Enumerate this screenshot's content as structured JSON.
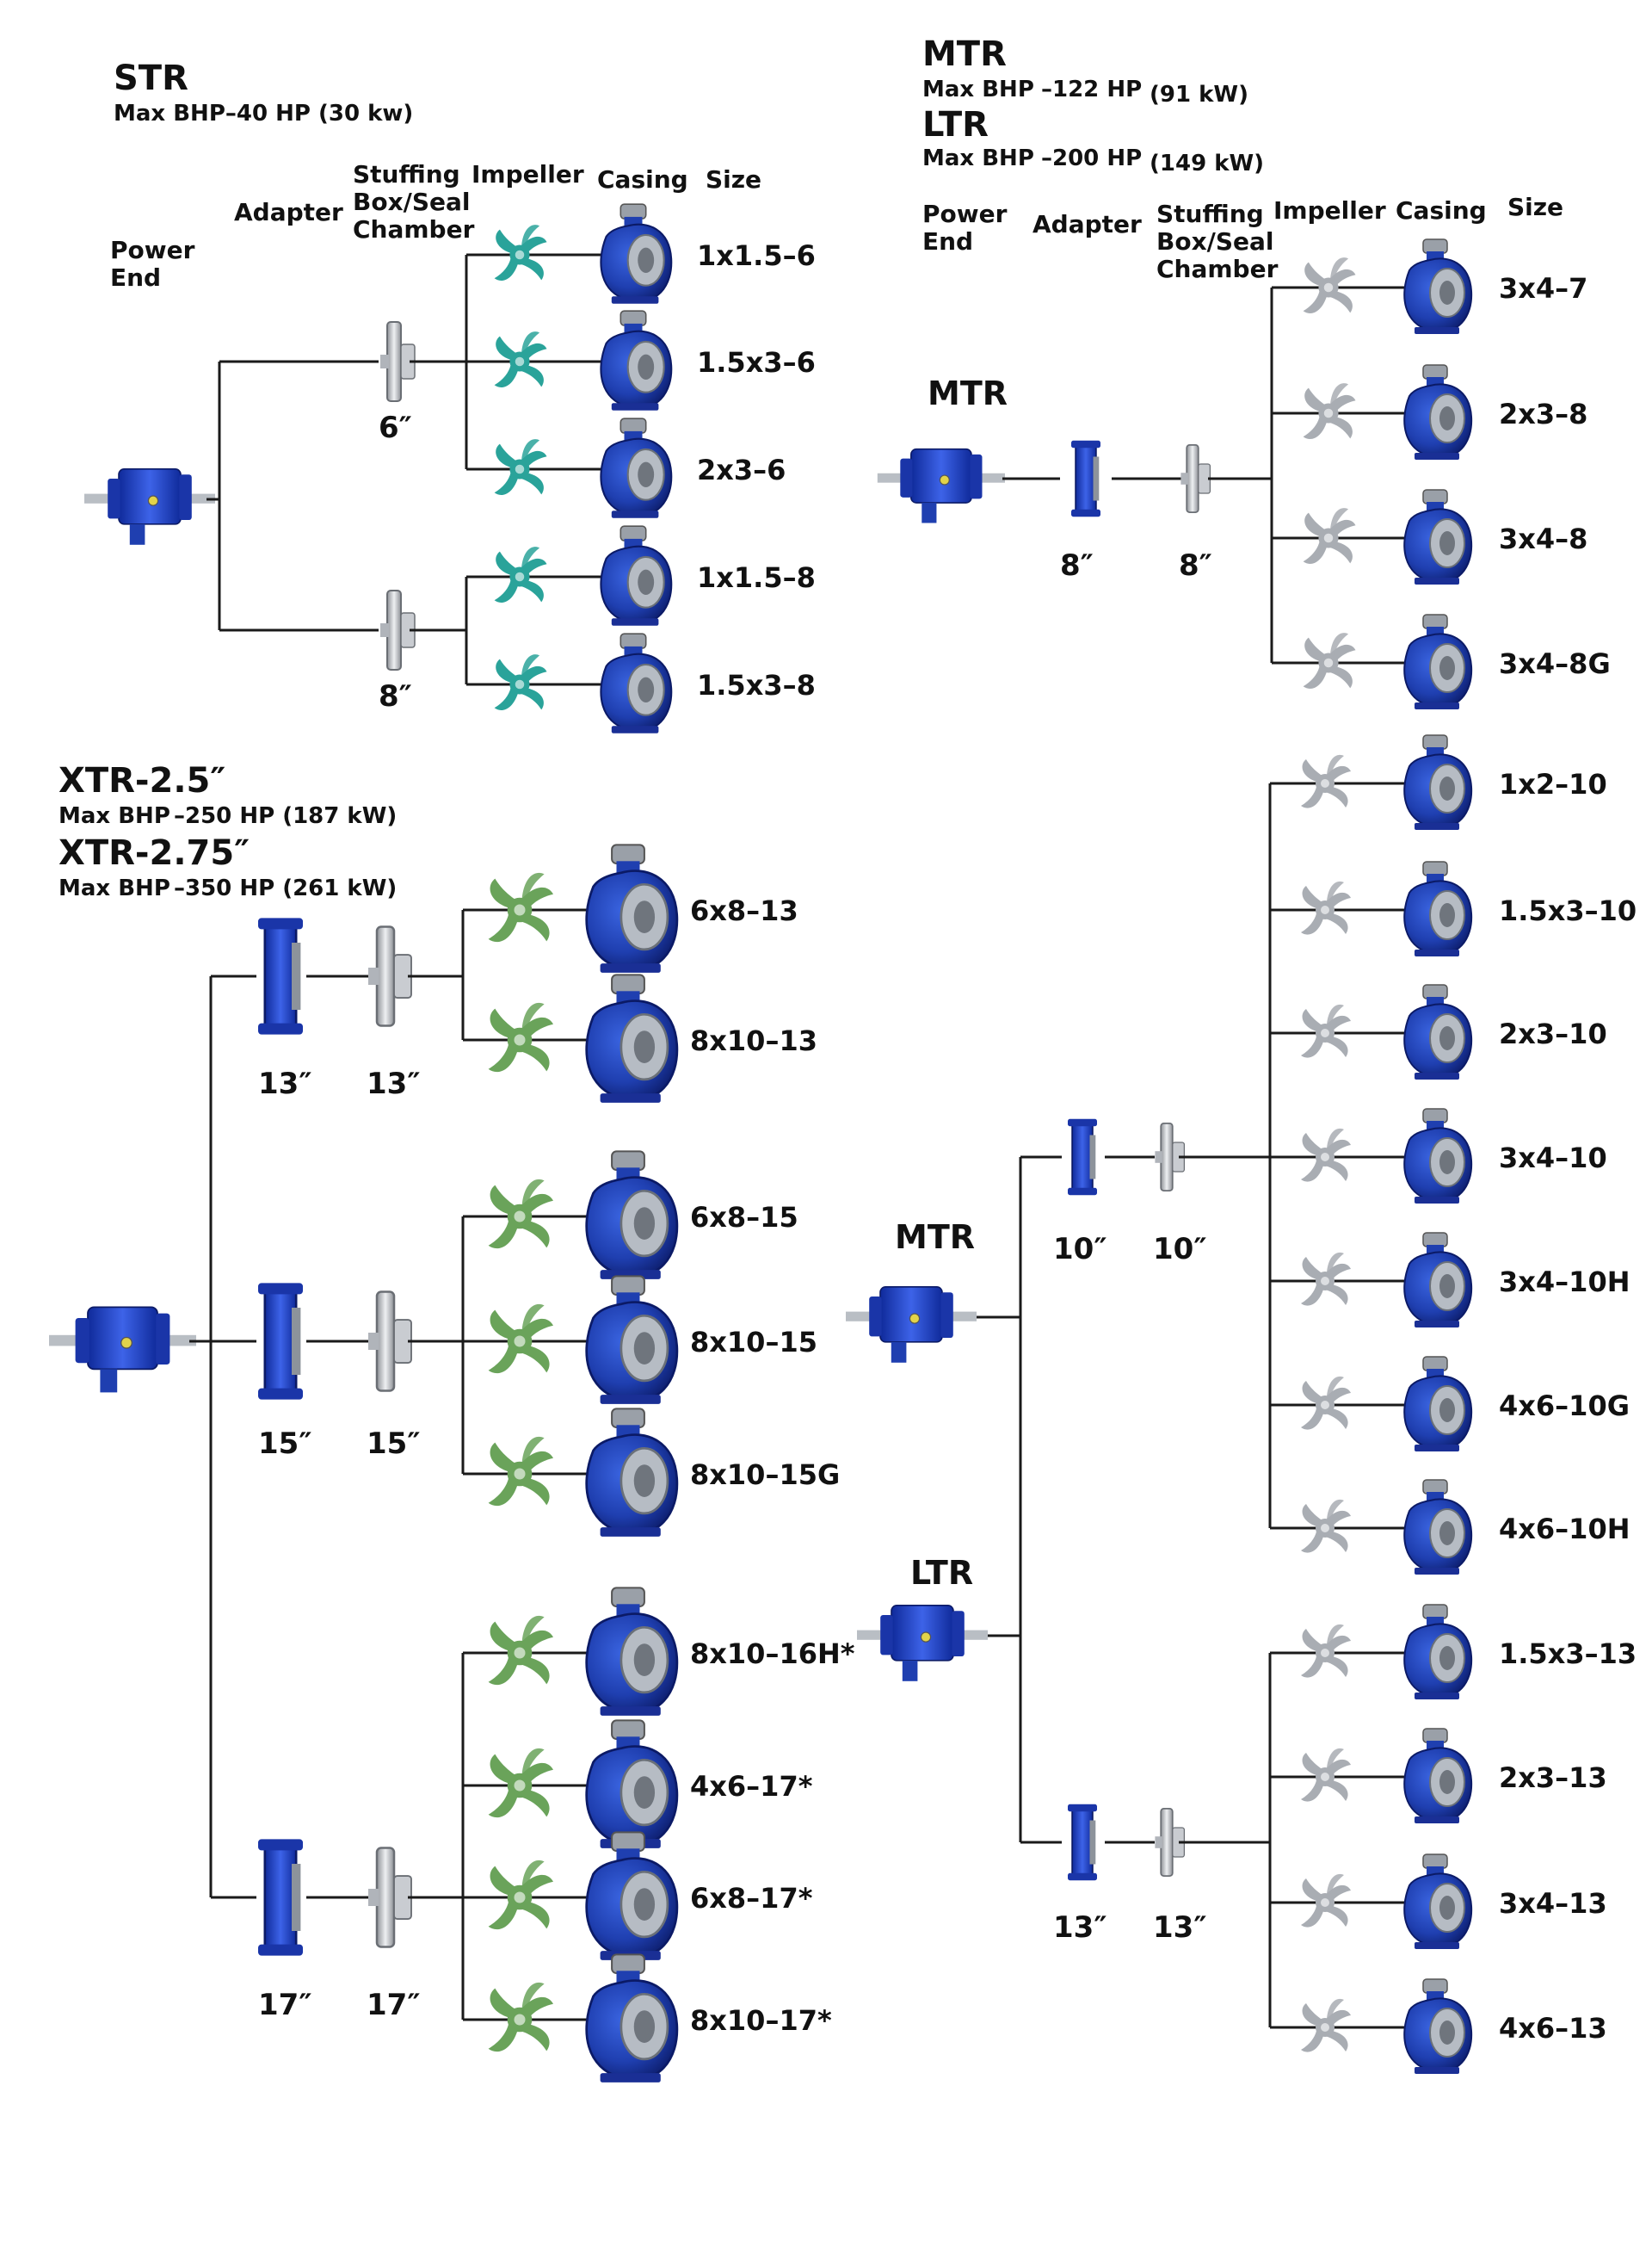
{
  "str": {
    "title": "STR",
    "bhp": "Max BHP–40 HP (30 kw)",
    "headers": {
      "power_end": [
        "Power",
        "End"
      ],
      "adapter": "Adapter",
      "stuffing_box": [
        "Stuffing",
        "Box/Seal",
        "Chamber"
      ],
      "impeller": "Impeller",
      "casing": "Casing",
      "size": "Size"
    },
    "groups": [
      {
        "dimension": "6″",
        "sizes": [
          "1x1.5–6",
          "1.5x3–6",
          "2x3–6"
        ]
      },
      {
        "dimension": "8″",
        "sizes": [
          "1x1.5–8",
          "1.5x3–8"
        ]
      }
    ]
  },
  "mtr_ltr_header": {
    "mtr_title": "MTR",
    "mtr_bhp_label": "Max BHP",
    "mtr_bhp_value": "–122 HP",
    "mtr_bhp_kw": "(91 kW)",
    "ltr_title": "LTR",
    "ltr_bhp_label": "Max BHP",
    "ltr_bhp_value": "–200 HP",
    "ltr_bhp_kw": "(149 kW)",
    "headers": {
      "power_end": [
        "Power",
        "End"
      ],
      "adapter": "Adapter",
      "stuffing_box": [
        "Stuffing",
        "Box/Seal",
        "Chamber"
      ],
      "impeller": "Impeller",
      "casing": "Casing",
      "size": "Size"
    }
  },
  "mtr_8": {
    "label": "MTR",
    "adapter_dim": "8″",
    "stuffing_dim": "8″",
    "sizes": [
      "3x4–7",
      "2x3–8",
      "3x4–8",
      "3x4–8G"
    ]
  },
  "xtr": {
    "title_a": "XTR-2.5″",
    "bhp_a_label": "Max BHP",
    "bhp_a": "–250 HP (187 kW)",
    "title_b": "XTR-2.75″",
    "bhp_b_label": "Max BHP",
    "bhp_b": "–350 HP (261 kW)",
    "groups": [
      {
        "adapter_dim": "13″",
        "stuffing_dim": "13″",
        "sizes": [
          "6x8–13",
          "8x10–13"
        ]
      },
      {
        "adapter_dim": "15″",
        "stuffing_dim": "15″",
        "sizes": [
          "6x8–15",
          "8x10–15",
          "8x10–15G"
        ]
      },
      {
        "adapter_dim": "17″",
        "stuffing_dim": "17″",
        "sizes": [
          "8x10–16H*",
          "4x6–17*",
          "6x8–17*",
          "8x10–17*"
        ]
      }
    ]
  },
  "mtr_ltr_lower": {
    "mtr_label": "MTR",
    "ltr_label": "LTR",
    "groups": [
      {
        "adapter_dim": "10″",
        "stuffing_dim": "10″",
        "sizes": [
          "1x2–10",
          "1.5x3–10",
          "2x3–10",
          "3x4–10",
          "3x4–10H",
          "4x6–10G",
          "4x6–10H"
        ]
      },
      {
        "adapter_dim": "13″",
        "stuffing_dim": "13″",
        "sizes": [
          "1.5x3–13",
          "2x3–13",
          "3x4–13",
          "4x6–13"
        ]
      }
    ]
  },
  "colors": {
    "casing_blue": "#1f3fb0",
    "casing_dark": "#0d1f7a",
    "impeller_teal": "#2aa39a",
    "impeller_green": "#6aa35a",
    "impeller_silver": "#a9adb3",
    "line": "#1a1a1a"
  },
  "icons": [
    "power-end-icon",
    "adapter-icon",
    "stuffing-box-icon",
    "impeller-icon",
    "casing-icon"
  ]
}
